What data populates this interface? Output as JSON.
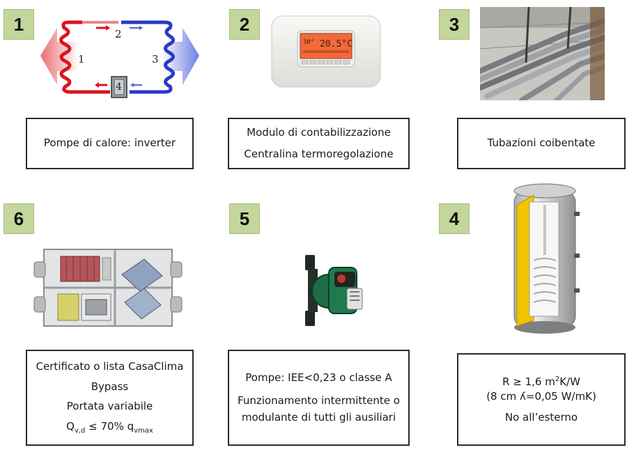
{
  "items": [
    {
      "number": "1",
      "lines": [
        "Pompe di calore: inverter"
      ]
    },
    {
      "number": "2",
      "lines": [
        "Modulo di contabilizzazione",
        "Centralina termoregolazione"
      ]
    },
    {
      "number": "3",
      "lines": [
        "Tubazioni coibentate"
      ]
    },
    {
      "number": "6",
      "lines": [
        "Certificato o  lista CasaClima",
        "Bypass",
        "Portata variabile"
      ],
      "formula": {
        "q": "Q",
        "q_sub": "v,d",
        "op": " ≤ 70% q",
        "q2_sub": "vmax"
      }
    },
    {
      "number": "5",
      "lines": [
        "Pompe: IEE<0,23 o classe A",
        "Funzionamento intermittente o",
        "modulante di tutti gli ausiliari"
      ]
    },
    {
      "number": "4",
      "r_pre": "R ≥ 1,6 m",
      "r_sup": "2",
      "r_post": "K/W",
      "lines": [
        "(8 cm ʎ=0,05 W/mK)",
        "No all’esterno"
      ]
    }
  ],
  "diagram": {
    "labels": [
      "1",
      "2",
      "3",
      "4"
    ]
  },
  "thermostat": {
    "display_left": "30°",
    "display_right": "20.5°C"
  },
  "colors": {
    "badge": "#c3d69b",
    "hot": "#d9161d",
    "cold": "#2a39c9"
  }
}
